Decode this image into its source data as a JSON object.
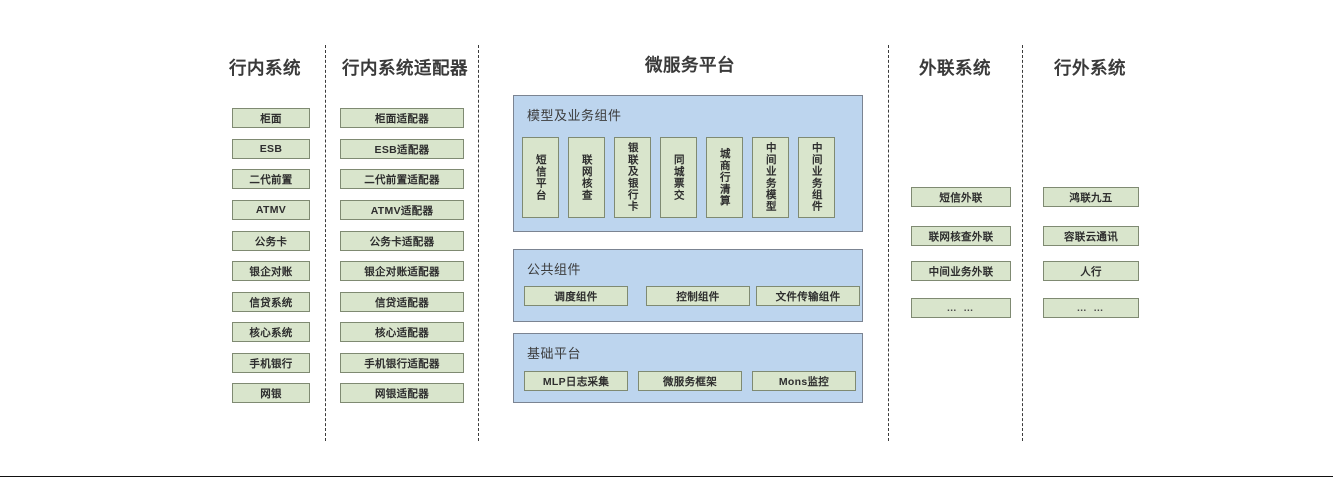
{
  "diagram": {
    "columns": [
      {
        "id": "internal-systems",
        "title": "行内系统",
        "nodes": [
          {
            "label": "柜面"
          },
          {
            "label": "ESB"
          },
          {
            "label": "二代前置"
          },
          {
            "label": "ATMV"
          },
          {
            "label": "公务卡"
          },
          {
            "label": "银企对账"
          },
          {
            "label": "信贷系统"
          },
          {
            "label": "核心系统"
          },
          {
            "label": "手机银行"
          },
          {
            "label": "网银"
          }
        ]
      },
      {
        "id": "internal-system-adapters",
        "title": "行内系统适配器",
        "nodes": [
          {
            "label": "柜面适配器"
          },
          {
            "label": "ESB适配器"
          },
          {
            "label": "二代前置适配器"
          },
          {
            "label": "ATMV适配器"
          },
          {
            "label": "公务卡适配器"
          },
          {
            "label": "银企对账适配器"
          },
          {
            "label": "信贷适配器"
          },
          {
            "label": "核心适配器"
          },
          {
            "label": "手机银行适配器"
          },
          {
            "label": "网银适配器"
          }
        ]
      },
      {
        "id": "microservice-platform",
        "title": "微服务平台",
        "panels": [
          {
            "id": "model-and-business-components",
            "title": "模型及业务组件",
            "orientation": "vertical",
            "nodes": [
              {
                "label": "短信平台"
              },
              {
                "label": "联网核查"
              },
              {
                "label": "银联及银行卡"
              },
              {
                "label": "同城票交"
              },
              {
                "label": "城商行清算"
              },
              {
                "label": "中间业务模型"
              },
              {
                "label": "中间业务组件"
              }
            ]
          },
          {
            "id": "public-components",
            "title": "公共组件",
            "orientation": "horizontal",
            "nodes": [
              {
                "label": "调度组件"
              },
              {
                "label": "控制组件"
              },
              {
                "label": "文件传输组件"
              }
            ]
          },
          {
            "id": "basic-platform",
            "title": "基础平台",
            "orientation": "horizontal",
            "nodes": [
              {
                "label": "MLP日志采集"
              },
              {
                "label": "微服务框架"
              },
              {
                "label": "Mons监控"
              }
            ]
          }
        ]
      },
      {
        "id": "external-link-systems",
        "title": "外联系统",
        "nodes": [
          {
            "label": "短信外联"
          },
          {
            "label": "联网核查外联"
          },
          {
            "label": "中间业务外联"
          },
          {
            "label": "… …",
            "ellipsis": true
          }
        ]
      },
      {
        "id": "off-bank-systems",
        "title": "行外系统",
        "nodes": [
          {
            "label": "鸿联九五"
          },
          {
            "label": "容联云通讯"
          },
          {
            "label": "人行"
          },
          {
            "label": "… …",
            "ellipsis": true
          }
        ]
      }
    ],
    "colors": {
      "node_fill": "#d9e5cc",
      "node_border": "#7f8a72",
      "panel_fill": "#bdd5ee",
      "panel_border": "#7b8492",
      "divider": "#3b3b3b",
      "title_text": "#3a3a3a"
    }
  }
}
